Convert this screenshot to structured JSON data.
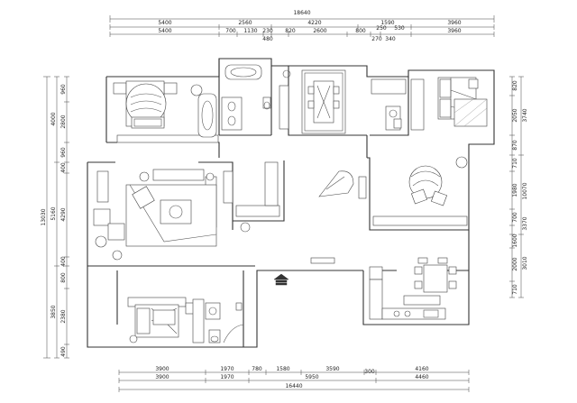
{
  "dimensions": {
    "top_overall": "18640",
    "top_row1": [
      "5400",
      "2560",
      "4220",
      "1590",
      "3960"
    ],
    "top_row2": [
      "5400",
      "700",
      "1130",
      "230",
      "820",
      "2600",
      "800",
      "250",
      "530",
      "3960"
    ],
    "top_row3": [
      "480",
      "270",
      "340"
    ],
    "bottom_row1": [
      "3900",
      "1970",
      "780",
      "1580",
      "3590",
      "300",
      "4160"
    ],
    "bottom_row2": [
      "3900",
      "1970",
      "5950",
      "4460"
    ],
    "bottom_overall": "16440",
    "left_overall": "13030",
    "left_outer": [
      "4000",
      "5160",
      "3850"
    ],
    "left_inner": [
      "960",
      "2800",
      "960",
      "400",
      "4290",
      "400",
      "800",
      "2380",
      "490"
    ],
    "right_outer": [
      "3740",
      "10070",
      "3010"
    ],
    "right_inner": [
      "820",
      "2050",
      "870",
      "710",
      "1980",
      "3370",
      "700",
      "1600",
      "2000",
      "710"
    ]
  },
  "icons": {
    "entrance": "entrance-arrow-icon",
    "plant": "plant-icon"
  },
  "colors": {
    "line": "#333333",
    "background": "#ffffff"
  }
}
